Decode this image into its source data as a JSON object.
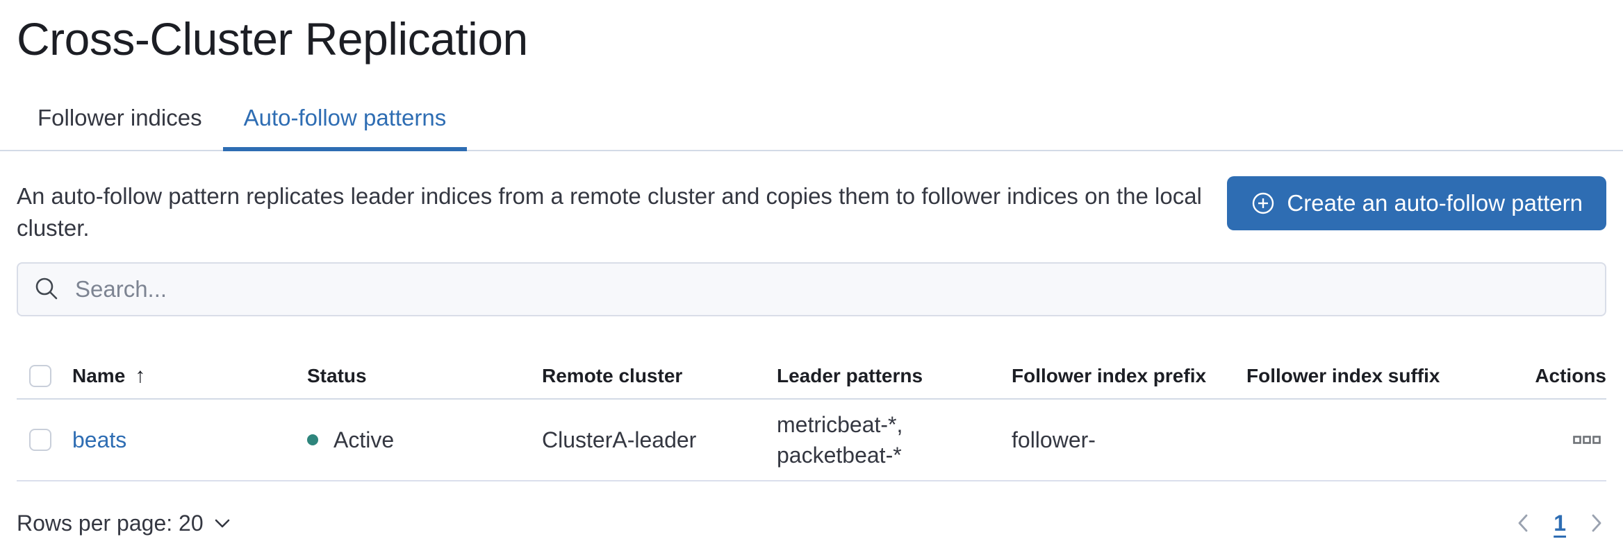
{
  "page": {
    "title": "Cross-Cluster Replication"
  },
  "tabs": [
    {
      "label": "Follower indices",
      "active": false
    },
    {
      "label": "Auto-follow patterns",
      "active": true
    }
  ],
  "intro": {
    "description": "An auto-follow pattern replicates leader indices from a remote cluster and copies them to follower indices on the local cluster.",
    "create_button_label": "Create an auto-follow pattern"
  },
  "search": {
    "placeholder": "Search..."
  },
  "table": {
    "columns": [
      "Name",
      "Status",
      "Remote cluster",
      "Leader patterns",
      "Follower index prefix",
      "Follower index suffix",
      "Actions"
    ],
    "sort": {
      "column": "Name",
      "direction": "ascending",
      "glyph": "↑"
    },
    "rows": [
      {
        "name": "beats",
        "status": "Active",
        "remote_cluster": "ClusterA-leader",
        "leader_patterns": "metricbeat-*, packetbeat-*",
        "follower_index_prefix": "follower-",
        "follower_index_suffix": ""
      }
    ]
  },
  "footer": {
    "rows_per_page_label": "Rows per page: 20",
    "current_page": "1"
  },
  "colors": {
    "accent_blue": "#2e6db3",
    "status_active_dot": "#2e857c",
    "border_gray": "#d3dae6",
    "text_dark": "#343741"
  },
  "icons": {
    "create": "plus-in-circle",
    "search": "magnifier",
    "sort": "arrow-up",
    "actions": "boxes-horizontal",
    "rows_per_page": "chevron-down",
    "prev": "chevron-left",
    "next": "chevron-right"
  }
}
